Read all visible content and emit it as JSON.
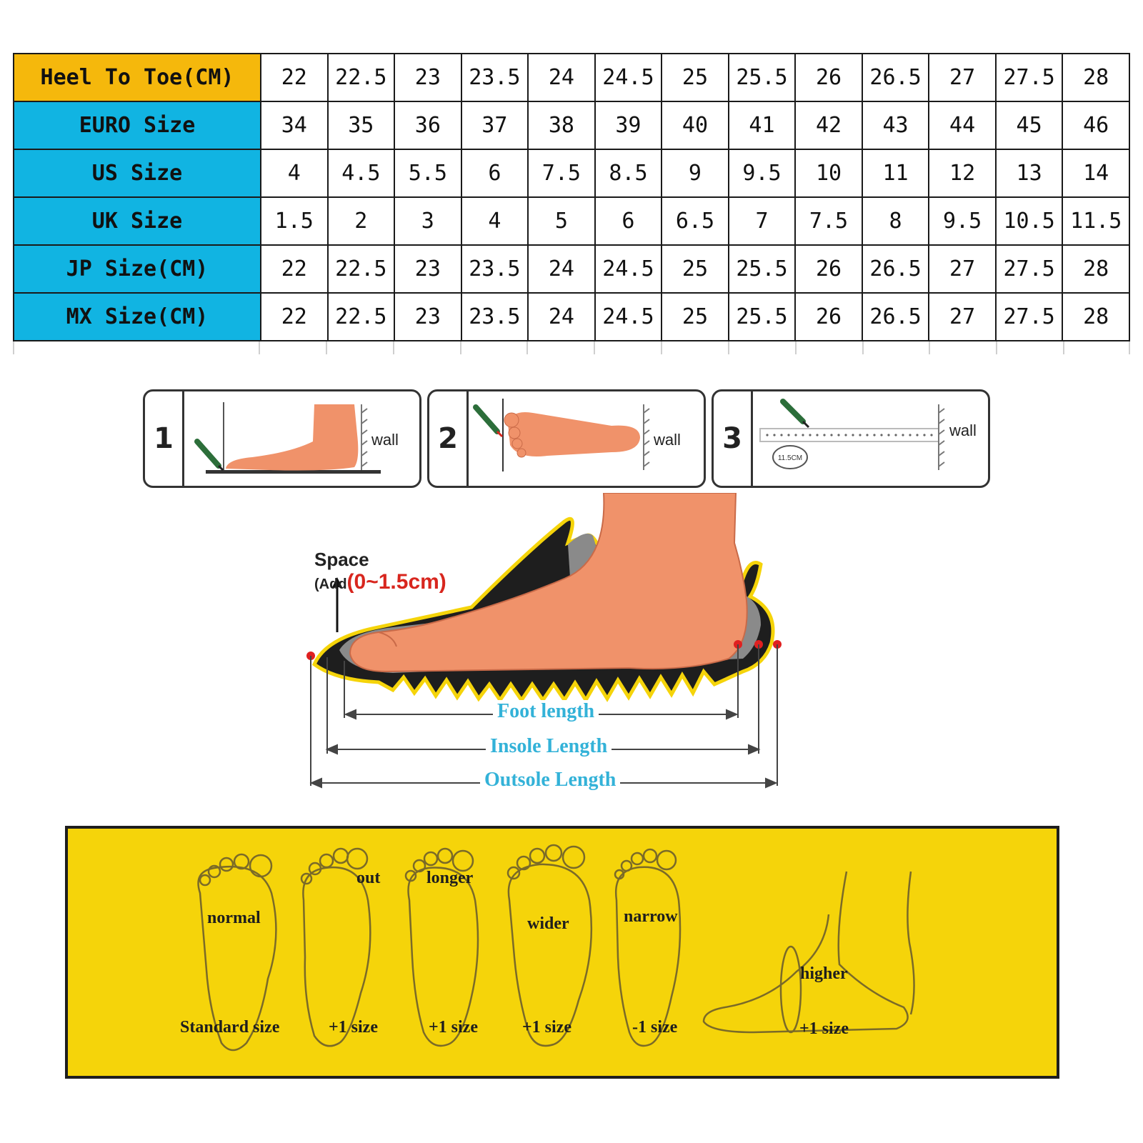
{
  "size_table": {
    "rows": [
      {
        "label": "Heel To Toe(CM)",
        "values": [
          "22",
          "22.5",
          "23",
          "23.5",
          "24",
          "24.5",
          "25",
          "25.5",
          "26",
          "26.5",
          "27",
          "27.5",
          "28"
        ]
      },
      {
        "label": "EURO Size",
        "values": [
          "34",
          "35",
          "36",
          "37",
          "38",
          "39",
          "40",
          "41",
          "42",
          "43",
          "44",
          "45",
          "46"
        ]
      },
      {
        "label": "US Size",
        "values": [
          "4",
          "4.5",
          "5.5",
          "6",
          "7.5",
          "8.5",
          "9",
          "9.5",
          "10",
          "11",
          "12",
          "13",
          "14"
        ]
      },
      {
        "label": "UK Size",
        "values": [
          "1.5",
          "2",
          "3",
          "4",
          "5",
          "6",
          "6.5",
          "7",
          "7.5",
          "8",
          "9.5",
          "10.5",
          "11.5"
        ]
      },
      {
        "label": "JP Size(CM)",
        "values": [
          "22",
          "22.5",
          "23",
          "23.5",
          "24",
          "24.5",
          "25",
          "25.5",
          "26",
          "26.5",
          "27",
          "27.5",
          "28"
        ]
      },
      {
        "label": "MX Size(CM)",
        "values": [
          "22",
          "22.5",
          "23",
          "23.5",
          "24",
          "24.5",
          "25",
          "25.5",
          "26",
          "26.5",
          "27",
          "27.5",
          "28"
        ]
      }
    ],
    "colors": {
      "first_header": "#f5b80c",
      "headers": "#11b4e2"
    }
  },
  "steps": [
    {
      "number": "1",
      "wall_label": "wall"
    },
    {
      "number": "2",
      "wall_label": "wall"
    },
    {
      "number": "3",
      "wall_label": "wall",
      "ruler_readout": "11.5CM"
    }
  ],
  "diagram": {
    "space_title": "Space",
    "space_add_prefix": "(Add",
    "space_add_value": "(0~1.5cm)",
    "foot_length": "Foot length",
    "insole_length": "Insole Length",
    "outsole_length": "Outsole Length"
  },
  "foot_types": [
    {
      "label": "normal",
      "size": "Standard size"
    },
    {
      "label": "out",
      "size": "+1 size"
    },
    {
      "label": "longer",
      "size": "+1 size"
    },
    {
      "label": "wider",
      "size": "+1 size"
    },
    {
      "label": "narrow",
      "size": "-1 size"
    },
    {
      "label": "higher",
      "size": "+1 size"
    }
  ],
  "colors": {
    "panel": "#f5d40a",
    "dimension_text": "#33b2d8",
    "skin": "#f0926a",
    "space_value": "#d8261e"
  }
}
